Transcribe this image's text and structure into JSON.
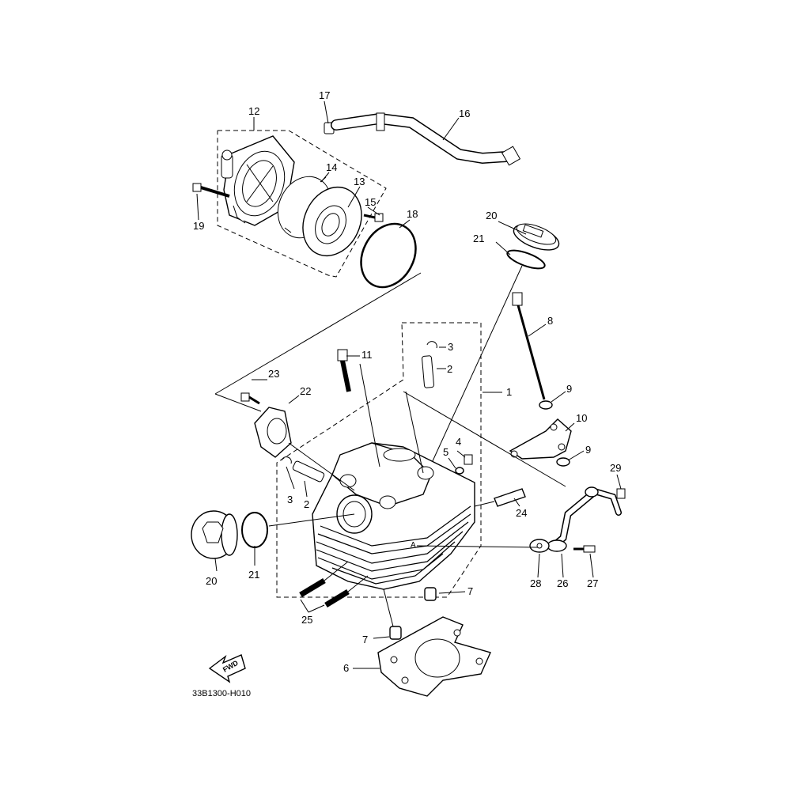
{
  "callouts": [
    {
      "id": "c1",
      "text": "1"
    },
    {
      "id": "c2a",
      "text": "2"
    },
    {
      "id": "c2b",
      "text": "2"
    },
    {
      "id": "c3a",
      "text": "3"
    },
    {
      "id": "c3b",
      "text": "3"
    },
    {
      "id": "c4",
      "text": "4"
    },
    {
      "id": "c5",
      "text": "5"
    },
    {
      "id": "c6",
      "text": "6"
    },
    {
      "id": "c7a",
      "text": "7"
    },
    {
      "id": "c7b",
      "text": "7"
    },
    {
      "id": "c8",
      "text": "8"
    },
    {
      "id": "c9a",
      "text": "9"
    },
    {
      "id": "c9b",
      "text": "9"
    },
    {
      "id": "c10",
      "text": "10"
    },
    {
      "id": "c11",
      "text": "11"
    },
    {
      "id": "c12",
      "text": "12"
    },
    {
      "id": "c13",
      "text": "13"
    },
    {
      "id": "c14",
      "text": "14"
    },
    {
      "id": "c15",
      "text": "15"
    },
    {
      "id": "c16",
      "text": "16"
    },
    {
      "id": "c17",
      "text": "17"
    },
    {
      "id": "c18",
      "text": "18"
    },
    {
      "id": "c19",
      "text": "19"
    },
    {
      "id": "c20a",
      "text": "20"
    },
    {
      "id": "c20b",
      "text": "20"
    },
    {
      "id": "c21a",
      "text": "21"
    },
    {
      "id": "c21b",
      "text": "21"
    },
    {
      "id": "c22",
      "text": "22"
    },
    {
      "id": "c23",
      "text": "23"
    },
    {
      "id": "c24",
      "text": "24"
    },
    {
      "id": "c25",
      "text": "25"
    },
    {
      "id": "c26",
      "text": "26"
    },
    {
      "id": "c27",
      "text": "27"
    },
    {
      "id": "c28",
      "text": "28"
    },
    {
      "id": "c29",
      "text": "29"
    }
  ],
  "direction_arrow": {
    "label": "FWD",
    "icon": "fwd-arrow-icon"
  },
  "diagram_code": "33B1300-H010",
  "inline_marks": {
    "a": "A"
  }
}
